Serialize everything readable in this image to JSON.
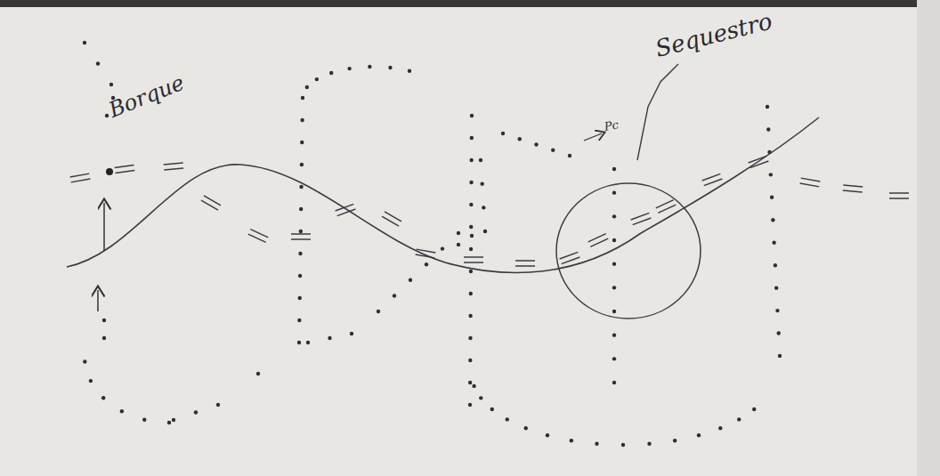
{
  "diagram": {
    "labels": [
      "Borque",
      "Pc",
      "Sequestro"
    ]
  }
}
